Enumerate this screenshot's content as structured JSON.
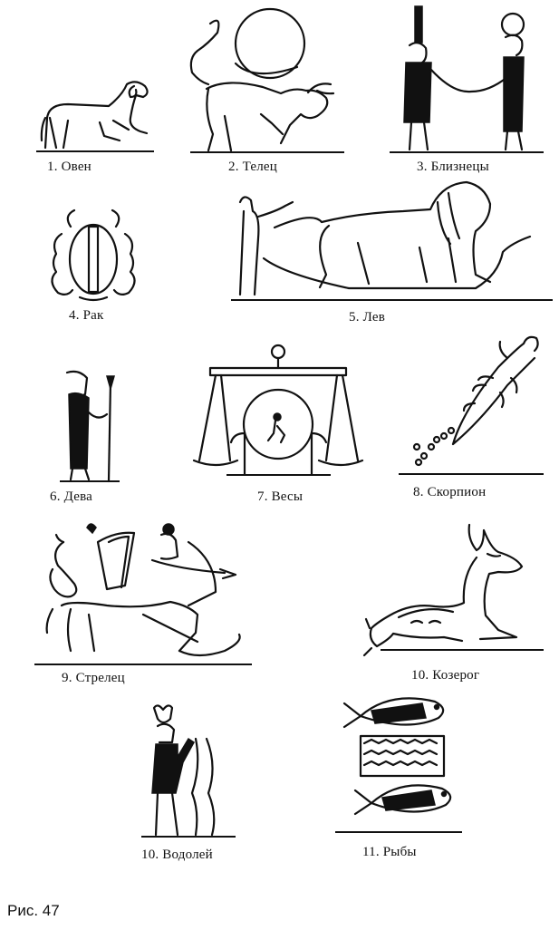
{
  "figure_label": "Рис. 47",
  "signs": [
    {
      "label": "1. Овен",
      "icon": "ram-icon"
    },
    {
      "label": "2. Телец",
      "icon": "bull-icon"
    },
    {
      "label": "3. Близнецы",
      "icon": "twins-icon"
    },
    {
      "label": "4. Рак",
      "icon": "scarab-icon"
    },
    {
      "label": "5. Лев",
      "icon": "lion-icon"
    },
    {
      "label": "6. Дева",
      "icon": "virgin-icon"
    },
    {
      "label": "7. Весы",
      "icon": "scales-icon"
    },
    {
      "label": "8. Скорпион",
      "icon": "scorpion-icon"
    },
    {
      "label": "9. Стрелец",
      "icon": "archer-centaur-icon"
    },
    {
      "label": "10. Козерог",
      "icon": "goat-fish-icon"
    },
    {
      "label": "10. Водолей",
      "icon": "water-bearer-icon"
    },
    {
      "label": "11. Рыбы",
      "icon": "fishes-icon"
    }
  ]
}
